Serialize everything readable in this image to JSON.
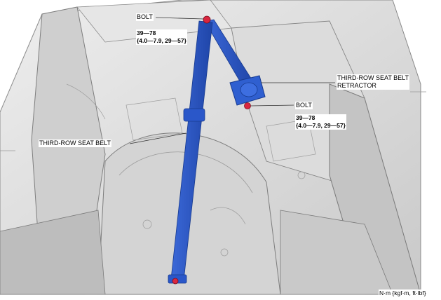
{
  "labels": {
    "bolt_top": "BOLT",
    "torque_top": [
      "39—78",
      "{4.0—7.9, 29—57}"
    ],
    "retractor": [
      "THIRD-ROW SEAT BELT",
      "RETRACTOR"
    ],
    "bolt_right": "BOLT",
    "torque_right": [
      "39—78",
      "{4.0—7.9, 29—57}"
    ],
    "seat_belt": "THIRD-ROW SEAT BELT",
    "units": "N·m {kgf·m, ft·lbf}"
  },
  "colors": {
    "belt": "#2a57c9",
    "belt_dark": "#1d3f9a",
    "bolt": "#d9263f",
    "body": "#d8d8d8",
    "body_dark": "#9a9a9a",
    "line": "#555555"
  }
}
